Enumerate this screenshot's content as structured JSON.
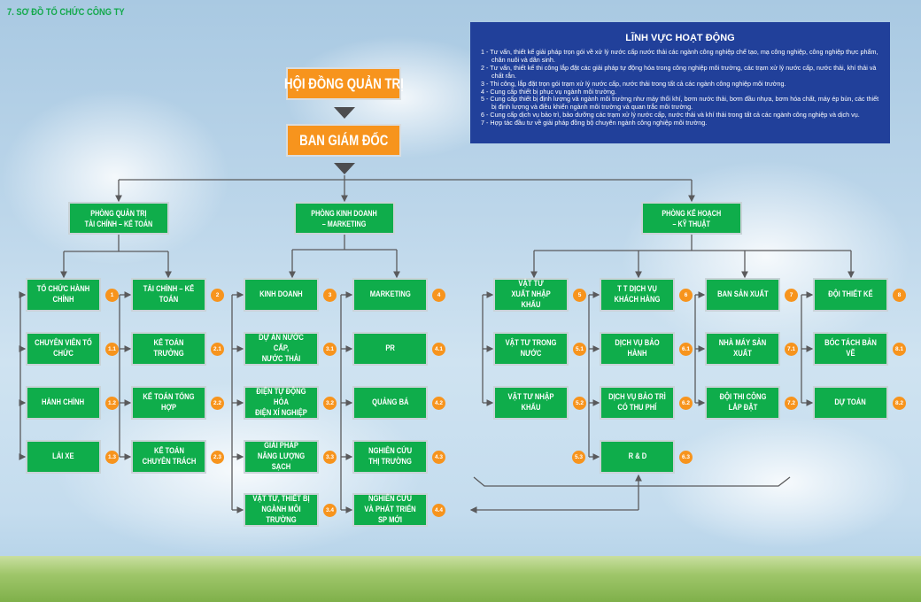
{
  "title": "7. SƠ ĐỒ TỔ CHỨC CÔNG TY",
  "activities": {
    "heading": "LĨNH VỰC HOẠT ĐỘNG",
    "items": [
      "1 - Tư vấn, thiết kế giải pháp trọn gói về xử lý nước cấp nước thải các ngành công nghiệp chế tạo, mạ công nghiệp, công nghiệp thực phẩm, chăn nuôi và dân sinh.",
      "2 - Tư vấn, thiết kế thi công lắp đặt các giải pháp tự động hóa trong công nghiệp môi trường, các trạm xử lý nước cấp, nước thải, khí thải và chất rắn.",
      "3 - Thi công, lắp đặt trọn gói trạm xử lý nước cấp, nước thải trong tất cả các ngành công nghiệp môi trường.",
      "4 - Cung cấp thiết bị phục vụ ngành môi trường.",
      "5 - Cung cấp thiết bị định lượng và ngành môi trường như máy thổi khí, bơm nước thải, bơm đầu nhựa, bơm hóa chất, máy ép bùn, các thiết bị định lượng và điều khiển ngành môi trường và quan trắc môi trường.",
      "6 - Cung cấp dịch vụ bảo trì, bảo dưỡng các trạm xử lý nước cấp, nước thải và khí thải trong tất cả các ngành công nghiệp và dịch vụ.",
      "7 - Hợp tác đầu tư về giải pháp đồng bộ chuyên ngành công nghiệp môi trường."
    ]
  },
  "board": "HỘI ĐỒNG QUẢN TRỊ",
  "directors": "BAN GIÁM ĐỐC",
  "departments": [
    "PHÒNG QUẢN TRỊ\nTÀI CHÍNH – KẾ TOÁN",
    "PHÒNG KINH DOANH\n– MARKETING",
    "PHÒNG KẾ HOẠCH\n– KỸ THUẬT"
  ],
  "columns": [
    [
      {
        "label": "TỔ CHỨC HÀNH CHÍNH",
        "badge": "1"
      },
      {
        "label": "CHUYÊN VIÊN TỔ CHỨC",
        "badge": "1.1"
      },
      {
        "label": "HÀNH CHÍNH",
        "badge": "1.2"
      },
      {
        "label": "LÁI XE",
        "badge": "1.3"
      }
    ],
    [
      {
        "label": "TÀI CHÍNH – KẾ TOÁN",
        "badge": "2"
      },
      {
        "label": "KẾ TOÁN TRƯỞNG",
        "badge": "2.1"
      },
      {
        "label": "KẾ TOÁN TỔNG HỢP",
        "badge": "2.2"
      },
      {
        "label": "KẾ TOÁN\nCHUYÊN TRÁCH",
        "badge": "2.3"
      }
    ],
    [
      {
        "label": "KINH DOANH",
        "badge": "3"
      },
      {
        "label": "DỰ ÁN NƯỚC CẤP,\nNƯỚC THẢI",
        "badge": "3.1"
      },
      {
        "label": "ĐIỆN TỰ ĐỘNG HÓA\nĐIỆN XÍ NGHIỆP",
        "badge": "3.2"
      },
      {
        "label": "GIẢI PHÁP\nNĂNG LƯỢNG SẠCH",
        "badge": "3.3"
      },
      {
        "label": "VẬT TƯ, THIẾT BỊ\nNGÀNH MÔI TRƯỜNG",
        "badge": "3.4"
      }
    ],
    [
      {
        "label": "MARKETING",
        "badge": "4"
      },
      {
        "label": "PR",
        "badge": "4.1"
      },
      {
        "label": "QUẢNG BÁ",
        "badge": "4.2"
      },
      {
        "label": "NGHIÊN CỨU\nTHỊ TRƯỜNG",
        "badge": "4.3"
      },
      {
        "label": "NGHIÊN CỨU\nVÀ PHÁT TRIỂN SP MỚI",
        "badge": "4.4"
      }
    ],
    [
      {
        "label": "VẬT TƯ\nXUẤT NHẬP KHẨU",
        "badge": "5"
      },
      {
        "label": "VẬT TƯ TRONG NƯỚC",
        "badge": "5.1"
      },
      {
        "label": "VẬT TƯ NHẬP KHẨU",
        "badge": "5.2"
      }
    ],
    [
      {
        "label": "T T DỊCH VỤ\nKHÁCH HÀNG",
        "badge": "6"
      },
      {
        "label": "DỊCH VỤ BẢO HÀNH",
        "badge": "6.1"
      },
      {
        "label": "DỊCH VỤ BẢO TRÌ\nCÓ THU PHÍ",
        "badge": "6.2"
      },
      {
        "label": "R & D",
        "badge": "6.3"
      }
    ],
    [
      {
        "label": "BAN SẢN XUẤT",
        "badge": "7"
      },
      {
        "label": "NHÀ MÁY SẢN XUẤT",
        "badge": "7.1"
      },
      {
        "label": "ĐỘI THI CÔNG\nLẮP ĐẶT",
        "badge": "7.2"
      }
    ],
    [
      {
        "label": "ĐỘI THIẾT KẾ",
        "badge": "8"
      },
      {
        "label": "BÓC TÁCH BẢN VẼ",
        "badge": "8.1"
      },
      {
        "label": "DỰ TOÁN",
        "badge": "8.2"
      }
    ]
  ],
  "extra_badge": "5.3",
  "colors": {
    "green": "#0fad4b",
    "orange": "#f7941d",
    "blue": "#21409a",
    "line": "#5a5a5c"
  }
}
